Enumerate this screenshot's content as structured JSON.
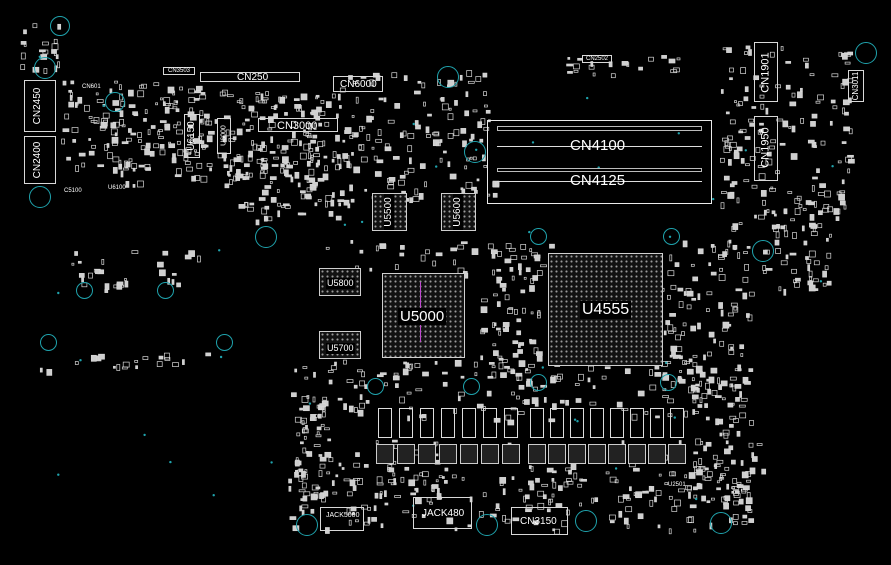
{
  "labels": {
    "cn250": "CN250",
    "cn6000": "CN6000",
    "cn3000": "CN3000",
    "cn4100": "CN4100",
    "cn4125": "CN4125",
    "cn1901": "CN1901",
    "cn1950": "CN1950",
    "cn3011": "CN3011",
    "cn2450": "CN2450",
    "cn2400": "CN2400",
    "u6150": "U6150",
    "u5500": "U5500",
    "u5600": "U5600",
    "u5800": "U5800",
    "u5700": "U5700",
    "u5000": "U5000",
    "u4555": "U4555",
    "jack480": "JACK480",
    "jack5000": "JACK5000",
    "cn3150": "CN3150",
    "cn3503": "CN3503",
    "cn2502": "CN2502",
    "cn601": "CN601",
    "c5100": "C5100",
    "u6100": "U6100",
    "u6000": "U6000",
    "u2501": "U2501"
  },
  "colors": {
    "background": "#000000",
    "silkscreen": "#ffffff",
    "mounting_hole": "#1fa3ad"
  }
}
